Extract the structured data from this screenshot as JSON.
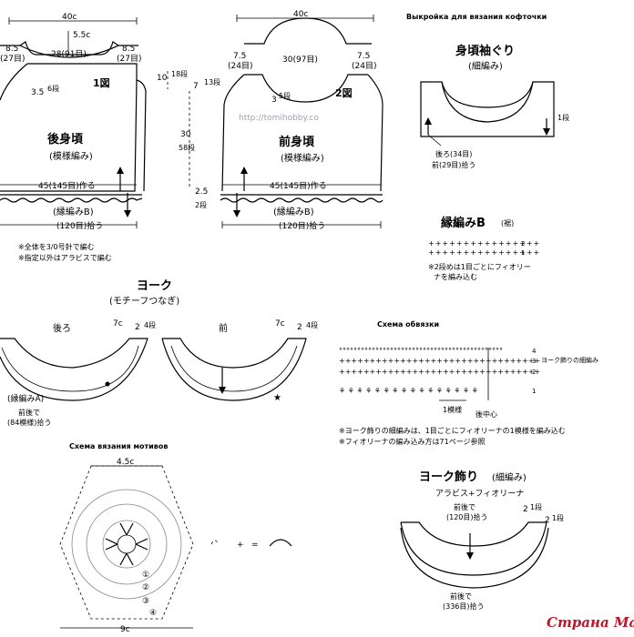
{
  "back": {
    "width_top": "40c",
    "neck_drop": "5.5c",
    "neck_width": "28(91目)",
    "shoulder_left": "8.5",
    "shoulder_left_sts": "(27目)",
    "shoulder_right": "8.5",
    "shoulder_right_sts": "(27目)",
    "fig_label": "1図",
    "dart": "3.5",
    "dart_rows": "6段",
    "title": "後身頃",
    "stitch": "(模様編み)",
    "bottom_cast": "45(145目)作る",
    "edging": "(縁編みB)",
    "pickup": "(120目)拾う"
  },
  "front": {
    "width_top": "40c",
    "shoulder_left": "7.5",
    "shoulder_left_sts": "(24目)",
    "neck_width": "30(97目)",
    "shoulder_right": "7.5",
    "shoulder_right_sts": "(24目)",
    "fig_label": "2図",
    "dart": "3",
    "dart_rows": "5段",
    "title": "前身頃",
    "stitch": "(模様編み)",
    "bottom_cast": "45(145目)作る",
    "edging": "(縁編みB)",
    "pickup": "(120目)拾う",
    "watermark": "http://tomihobby.co"
  },
  "side_dims": {
    "armhole": "10",
    "armhole_rows": "18段",
    "shoulder_slope": "7",
    "shoulder_slope_rows": "13段",
    "body": "30",
    "body_rows": "58段",
    "hem": "2.5",
    "hem_rows": "2段"
  },
  "notes_left": [
    "※全体を3/0号針で編む",
    "※指定以外はアラビスで編む"
  ],
  "pattern_caption": "Выкройка для вязания кофточки",
  "armhole": {
    "title": "身頃袖ぐり",
    "stitch": "(細編み)",
    "rows": "1段",
    "back_pickup": "後ろ(34目)",
    "front_pickup": "前(29目)拾う"
  },
  "edging_b": {
    "title": "縁編みB",
    "note": "(裾)",
    "row2": "2",
    "row1": "1",
    "notes": [
      "※2段めは1目ごとにフィオリー",
      "ナを編み込む"
    ]
  },
  "yoke": {
    "title": "ヨーク",
    "subtitle": "(モチーフつなぎ)",
    "back_label": "後ろ",
    "front_label": "前",
    "width_left": "7c",
    "width_right": "7c",
    "rows_left": "2",
    "rows_left_unit": "4段",
    "rows_right": "2",
    "rows_right_unit": "4段",
    "edge": "(縁編みA)",
    "pickup_1": "前後で",
    "pickup_2": "(84模様)拾う"
  },
  "tie_scheme": {
    "caption": "Схема обвязки",
    "row_labels": [
      "4",
      "3",
      "2",
      "1"
    ],
    "row4_note": "ヨーク飾りの細編み",
    "pattern": "1模様",
    "center": "後中心",
    "notes": [
      "※ヨーク飾りの細編みは、1目ごとにフィオリーナの1模様を編み込む",
      "※フィオリーナの編み込み方は71ページ参照"
    ]
  },
  "motif": {
    "caption": "Схема вязания мотивов",
    "size_top": "4.5c",
    "size_bottom": "9c",
    "rows": [
      "①",
      "②",
      "③",
      "④"
    ]
  },
  "yoke_decor": {
    "title": "ヨーク飾り",
    "stitch": "(細編み)",
    "yarn": "アラビス+フィオリーナ",
    "pickup_1": "前後で",
    "pickup_2": "(120目)拾う",
    "pickup_3": "前後で",
    "pickup_4": "(336目)拾う",
    "rows_a": "2",
    "rows_a_unit": "1段",
    "rows_b": "2",
    "rows_b_unit": "1段"
  },
  "watermark_site": "Страна Мам"
}
